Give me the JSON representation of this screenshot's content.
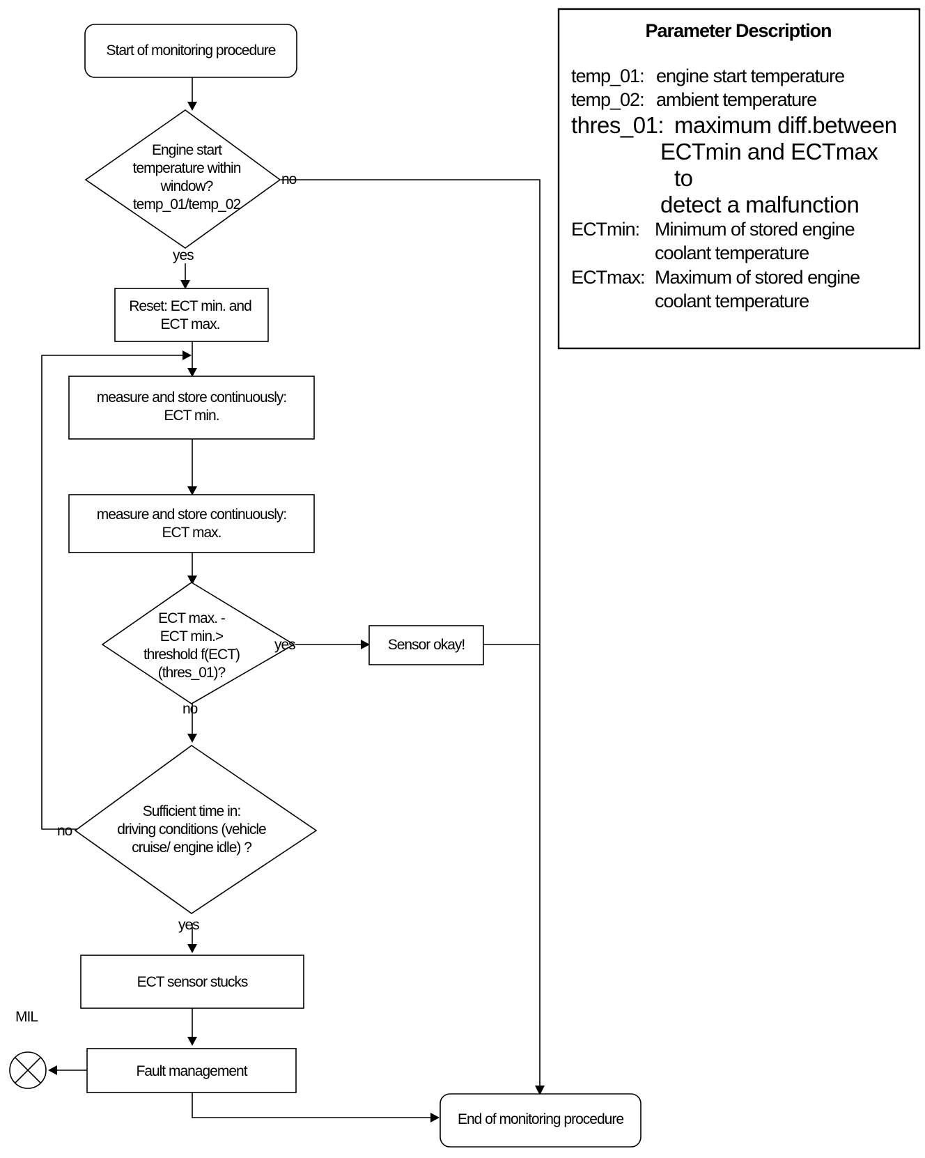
{
  "nodes": {
    "start": "Start of monitoring procedure",
    "decision_window": [
      "Engine start",
      "temperature within",
      "window?",
      "temp_01/temp_02"
    ],
    "reset": [
      "Reset: ECT min. and",
      "ECT max."
    ],
    "measure_min": [
      "measure and store continuously:",
      "ECT min."
    ],
    "measure_max": [
      "measure and store continuously:",
      "ECT max."
    ],
    "decision_threshold": [
      "ECT max. -",
      "ECT min.>",
      "threshold f(ECT)",
      "(thres_01)?"
    ],
    "sensor_ok": "Sensor okay!",
    "decision_time": [
      "Sufficient time in:",
      "driving conditions (vehicle",
      "cruise/ engine idle) ?"
    ],
    "sensor_stuck": "ECT sensor stucks",
    "fault": "Fault management",
    "end": "End of monitoring procedure",
    "mil": "MIL"
  },
  "edge_labels": {
    "window_no": "no",
    "window_yes": "yes",
    "threshold_yes": "yes",
    "threshold_no": "no",
    "time_no": "no",
    "time_yes": "yes"
  },
  "legend": {
    "title": "Parameter Description",
    "temp_01_key": "temp_01:",
    "temp_01_desc": "engine start temperature",
    "temp_02_key": "temp_02:",
    "temp_02_desc": "ambient temperature",
    "thres_01_key": "thres_01:",
    "thres_01_desc": [
      "maximum diff.between",
      "ECTmin and ECTmax",
      "to",
      "detect a malfunction"
    ],
    "ectmin_key": "ECTmin:",
    "ectmin_desc": [
      "Minimum of stored engine",
      "coolant temperature"
    ],
    "ectmax_key": "ECTmax:",
    "ectmax_desc": [
      "Maximum of stored engine",
      "coolant temperature"
    ]
  }
}
